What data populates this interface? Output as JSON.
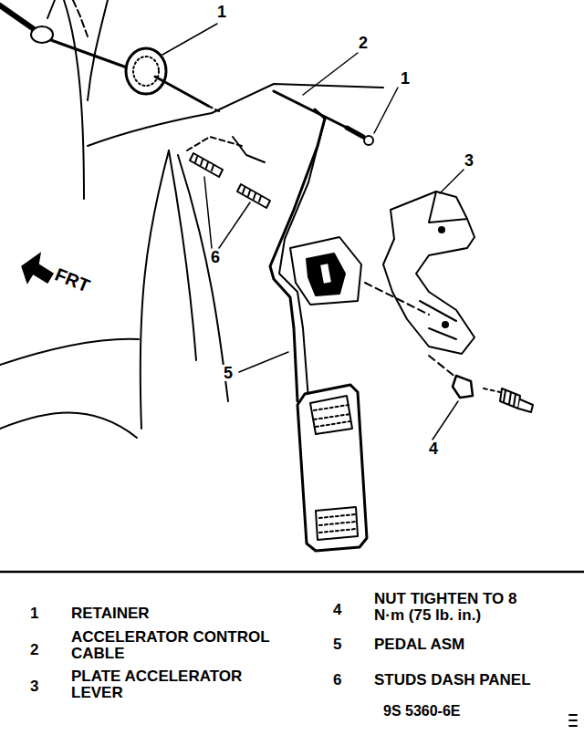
{
  "diagram": {
    "labels": [
      "1",
      "2",
      "1",
      "3",
      "6",
      "5",
      "4",
      "FRT",
      "1",
      "RETAINER",
      "2",
      "ACCELERATOR CONTROL CABLE",
      "3",
      "PLATE ACCELERATOR LEVER",
      "4",
      "NUT TIGHTEN TO 8 N·m (75 lb. in.)",
      "5",
      "PEDAL ASM",
      "6",
      "STUDS DASH PANEL",
      "9S 5360-6E"
    ]
  }
}
